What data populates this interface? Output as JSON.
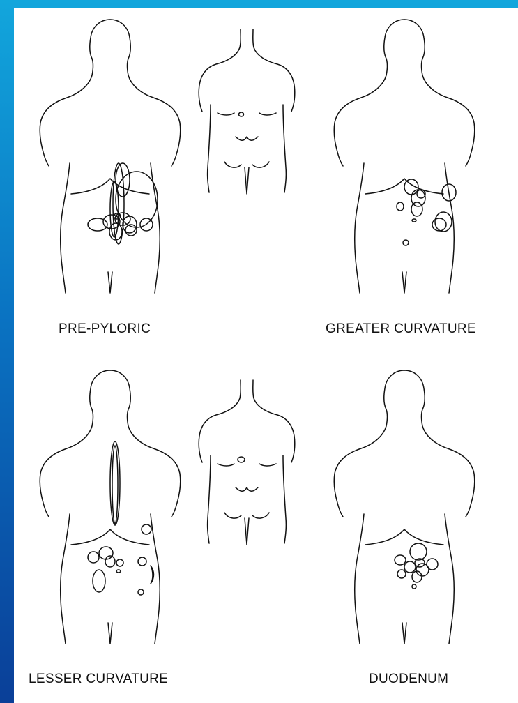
{
  "figure": {
    "panels": [
      {
        "id": "pre-pyloric",
        "caption": "PRE-PYLORIC"
      },
      {
        "id": "greater-curvature",
        "caption": "GREATER CURVATURE"
      },
      {
        "id": "lesser-curvature",
        "caption": "LESSER CURVATURE"
      },
      {
        "id": "duodenum",
        "caption": "DUODENUM"
      }
    ]
  },
  "colors": {
    "frame_top": "#12a6dc",
    "frame_bottom": "#0a3f98",
    "panel_background": "#ffffff",
    "line": "#111111"
  },
  "icons": [
    "back-body-outline",
    "front-torso-outline"
  ]
}
